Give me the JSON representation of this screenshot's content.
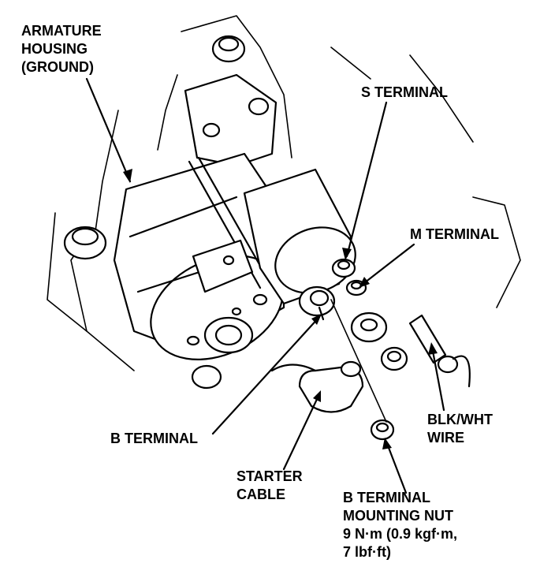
{
  "labels": {
    "armature_housing": [
      "ARMATURE",
      "HOUSING",
      "(GROUND)"
    ],
    "s_terminal": "S TERMINAL",
    "m_terminal": "M TERMINAL",
    "b_terminal": "B TERMINAL",
    "blk_wht_wire": [
      "BLK/WHT",
      "WIRE"
    ],
    "starter_cable": [
      "STARTER",
      "CABLE"
    ],
    "b_terminal_nut": [
      "B TERMINAL",
      "MOUNTING NUT",
      "9 N·m (0.9 kgf·m,",
      "7 lbf·ft)"
    ]
  },
  "colors": {
    "ink": "#000000",
    "paper": "#ffffff"
  }
}
